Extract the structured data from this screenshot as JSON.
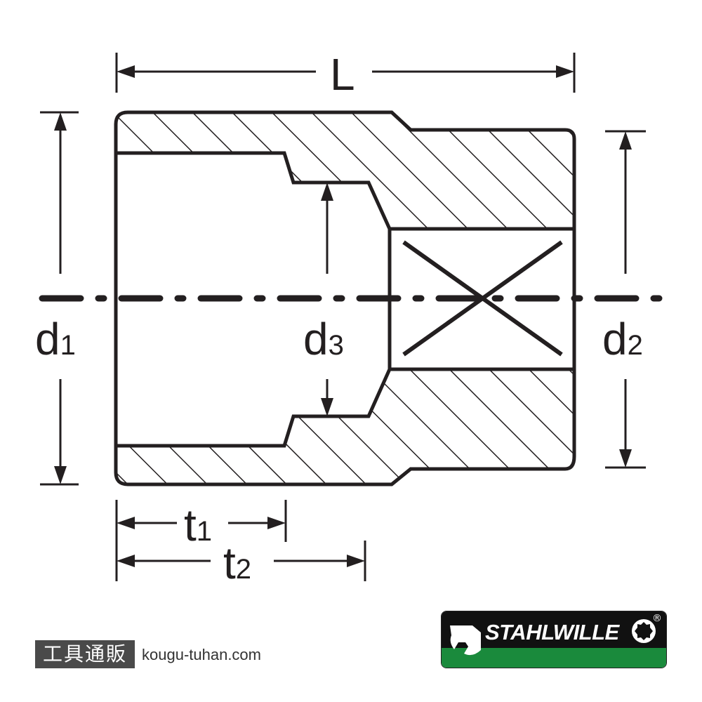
{
  "dimensions": {
    "L": "L",
    "d1": {
      "main": "d",
      "sub": "1"
    },
    "d2": {
      "main": "d",
      "sub": "2"
    },
    "d3": {
      "main": "d",
      "sub": "3"
    },
    "t1": {
      "main": "t",
      "sub": "1"
    },
    "t2": {
      "main": "t",
      "sub": "2"
    }
  },
  "footer": {
    "shop_name": "工具通販",
    "shop_url": "kougu-tuhan.com"
  },
  "logo": {
    "brand": "STAHLWILLE",
    "registered_mark": "®",
    "colors": {
      "top": "#111111",
      "bottom": "#1a8a3c"
    }
  },
  "colors": {
    "ink": "#231f20",
    "background": "#ffffff"
  }
}
